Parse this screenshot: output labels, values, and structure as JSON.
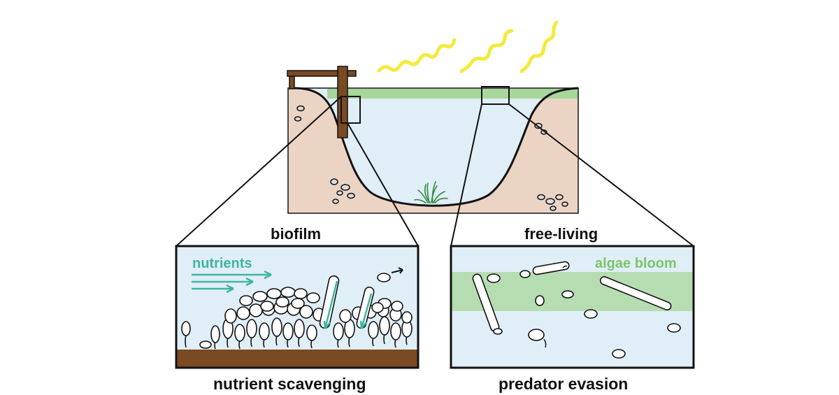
{
  "labels": {
    "biofilm": "biofilm",
    "free_living": "free-living",
    "nutrient_scavenging": "nutrient scavenging",
    "predator_evasion": "predator evasion",
    "nutrients": "nutrients",
    "algae_bloom": "algae bloom"
  },
  "colors": {
    "soil": "#ecd4c5",
    "water": "#e0eef7",
    "algae": "#a8d79a",
    "wood": "#7a4a22",
    "sun_ray": "#f4ea3c",
    "nutrient_arrow": "#3fb5a0",
    "algae_text": "#7cc46a",
    "outline": "#111111"
  }
}
